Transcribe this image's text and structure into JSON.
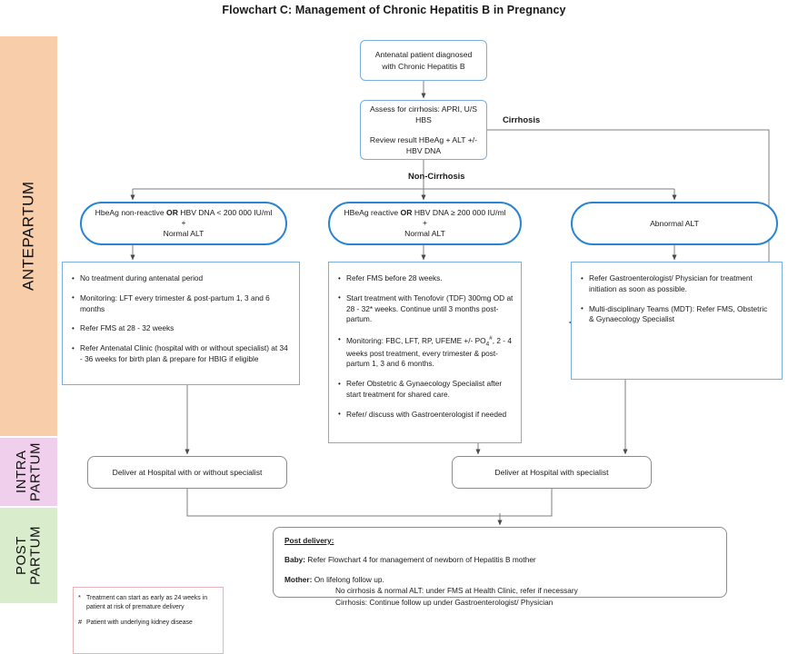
{
  "title": "Flowchart C: Management of Chronic Hepatitis B in Pregnancy",
  "bands": {
    "antepartum": "ANTEPARTUM",
    "intrapartum": "INTRA\nPARTUM",
    "postpartum": "POST\nPARTUM"
  },
  "nodes": {
    "antenatal": "Antenatal patient diagnosed with Chronic Hepatitis B",
    "assess_line1": "Assess for cirrhosis: APRI, U/S HBS",
    "assess_line2": "Review result HBeAg + ALT +/- HBV DNA",
    "pill_left_line1_a": "HbeAg non-reactive ",
    "pill_left_line1_or": "OR",
    "pill_left_line1_b": " HBV DNA < 200 000 IU/ml",
    "pill_left_plus": "+",
    "pill_left_line2": "Normal ALT",
    "pill_mid_line1_a": "HBeAg reactive ",
    "pill_mid_line1_or": "OR",
    "pill_mid_line1_b": " HBV DNA ≥ 200 000 IU/ml",
    "pill_mid_plus": "+",
    "pill_mid_line2": "Normal ALT",
    "pill_right": "Abnormal ALT",
    "deliver_left": "Deliver at Hospital with or without specialist",
    "deliver_right": "Deliver at Hospital with specialist"
  },
  "branch_labels": {
    "cirrhosis": "Cirrhosis",
    "non_cirrhosis": "Non-Cirrhosis"
  },
  "box_left_items": [
    "No treatment during antenatal period",
    "Monitoring: LFT every trimester & post-partum 1, 3 and 6 months",
    "Refer FMS at 28 - 32 weeks",
    "Refer Antenatal Clinic (hospital with or without specialist) at 34 - 36 weeks for birth plan & prepare for HBIG if eligible"
  ],
  "box_mid_items": [
    "Refer FMS before 28 weeks.",
    "Start treatment with Tenofovir (TDF) 300mg OD at 28 - 32* weeks. Continue until 3 months post-partum.",
    "Monitoring: FBC, LFT, RP, UFEME +/- PO4#, 2 - 4 weeks post treatment, every trimester & post-partum 1, 3 and 6 months.",
    "Refer Obstetric & Gynaecology Specialist after start treatment for shared care.",
    "Refer/ discuss with Gastroenterologist if needed"
  ],
  "box_mid_monitoring_parts": {
    "pre": "Monitoring: FBC, LFT, RP, UFEME +/- PO",
    "sub": "4",
    "sup": "#",
    "post": ", 2 - 4 weeks post treatment, every trimester & post-partum 1, 3 and 6 months."
  },
  "box_right_items": [
    "Refer Gastroenterologist/ Physician for treatment initiation as soon as possible.",
    "Multi-disciplinary Teams (MDT): Refer FMS, Obstetric & Gynaecology Specialist"
  ],
  "post_delivery": {
    "heading": "Post delivery:",
    "baby_label": "Baby:",
    "baby_text": " Refer Flowchart 4 for management of newborn of Hepatitis B mother",
    "mother_label": "Mother:",
    "mother_text": " On lifelong follow up.",
    "mother_line2": "No cirrhosis & normal ALT: under FMS at Health Clinic, refer if necessary",
    "mother_line3": "Cirrhosis: Continue follow up under Gastroenterologist/ Physician"
  },
  "footnotes": [
    {
      "marker": "*",
      "text": "Treatment can start as early as 24 weeks in patient at risk of premature delivery"
    },
    {
      "marker": "#",
      "text": "Patient with underlying kidney disease"
    }
  ],
  "colors": {
    "antepartum_band": "#f8cdaa",
    "intrapartum_band": "#efcfeb",
    "postpartum_band": "#d9edcd",
    "pill_border": "#2a84d2",
    "box_border_blue": "#7aaede",
    "box_border_gray": "#8c8c8c",
    "footnote_border": "#e8b4b8",
    "connector": "#7f7f7f"
  }
}
